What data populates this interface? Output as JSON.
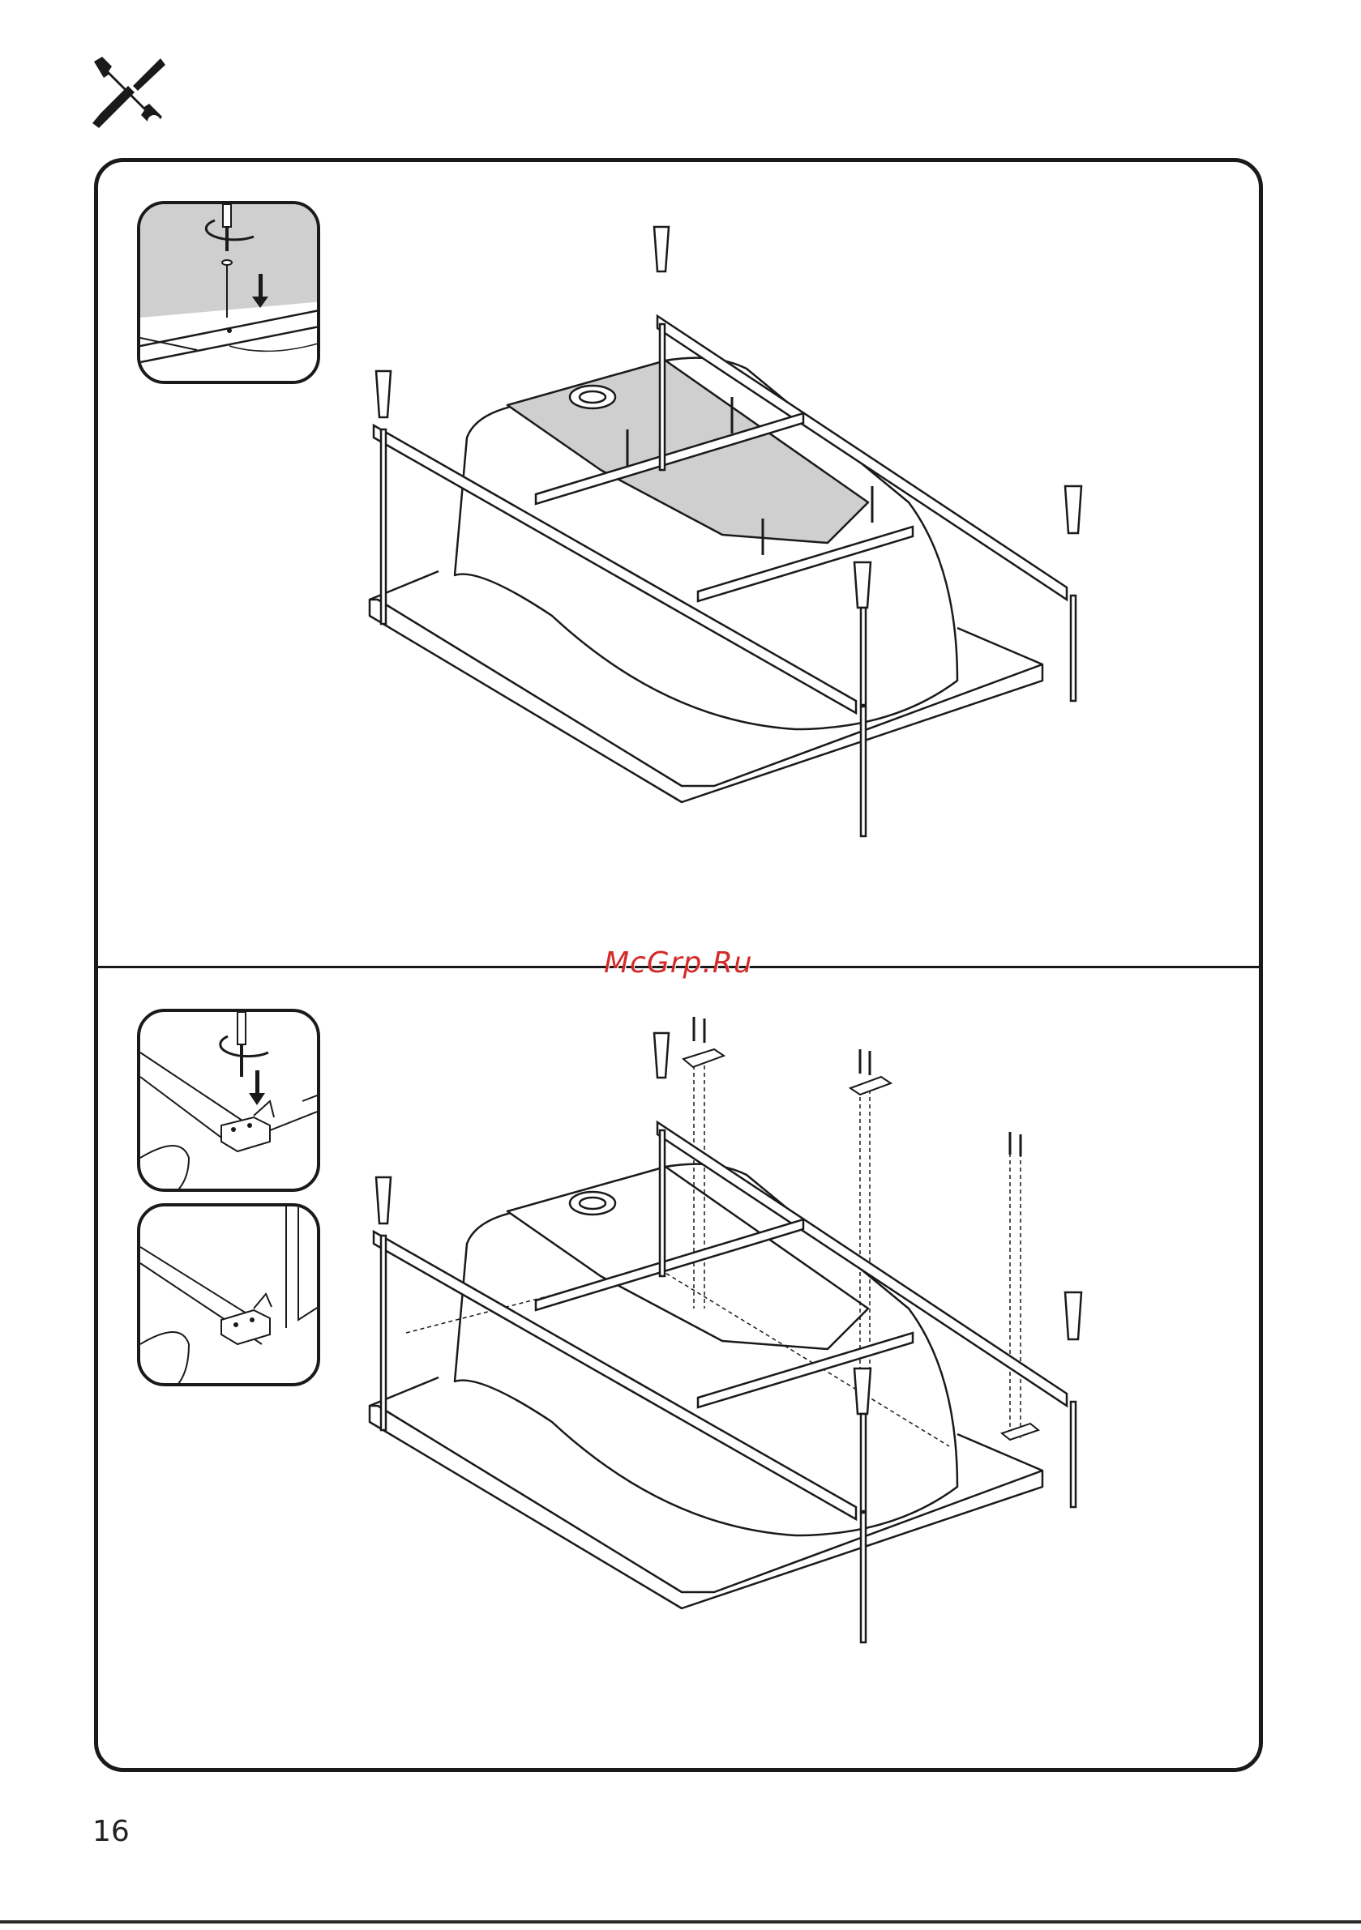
{
  "header": {
    "icon": "tools-icon"
  },
  "steps": [
    {
      "id": "frame-screw-step",
      "detail_icons": [
        "screwdriver-icon",
        "arrow-down-icon"
      ]
    },
    {
      "id": "bracket-mount-step",
      "detail_icons": [
        "screwdriver-icon",
        "arrow-down-icon"
      ]
    }
  ],
  "watermark": {
    "text": "McGrp.Ru",
    "color": "#d42a2a"
  },
  "footer": {
    "page_number": "16"
  },
  "colors": {
    "line": "#1a1a1a",
    "shade": "#cfcfcf"
  }
}
